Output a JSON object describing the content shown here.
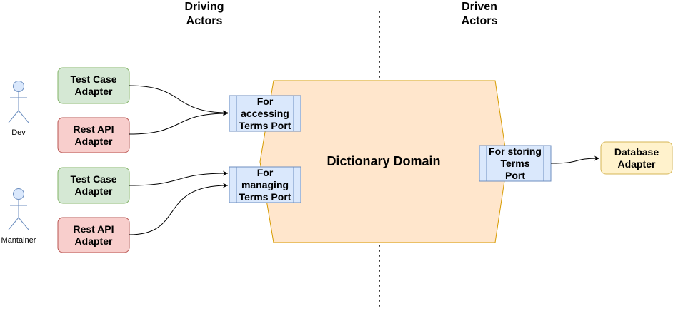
{
  "headers": {
    "driving": "Driving\nActors",
    "driven": "Driven\nActors"
  },
  "actors": [
    {
      "name": "Dev"
    },
    {
      "name": "Mantainer"
    }
  ],
  "adapters": [
    {
      "label": "Test Case\nAdapter",
      "kind": "test"
    },
    {
      "label": "Rest API\nAdapter",
      "kind": "rest"
    },
    {
      "label": "Test Case\nAdapter",
      "kind": "test"
    },
    {
      "label": "Rest API\nAdapter",
      "kind": "rest"
    }
  ],
  "ports": {
    "accessing": "For\naccessing\nTerms Port",
    "managing": "For\nmanaging\nTerms Port",
    "storing": "For storing\nTerms\nPort"
  },
  "domain": {
    "label": "Dictionary Domain"
  },
  "database": {
    "label": "Database\nAdapter"
  },
  "colors": {
    "test_fill": "#d5e8d4",
    "test_stroke": "#82b366",
    "rest_fill": "#f8cecc",
    "rest_stroke": "#b85450",
    "port_fill": "#dae8fc",
    "port_stroke": "#6c8ebf",
    "domain_fill": "#ffe6cc",
    "domain_stroke": "#d79b00",
    "db_fill": "#fff2cc",
    "db_stroke": "#d6b656",
    "actor_fill": "#dae8fc",
    "actor_stroke": "#6c8ebf"
  }
}
